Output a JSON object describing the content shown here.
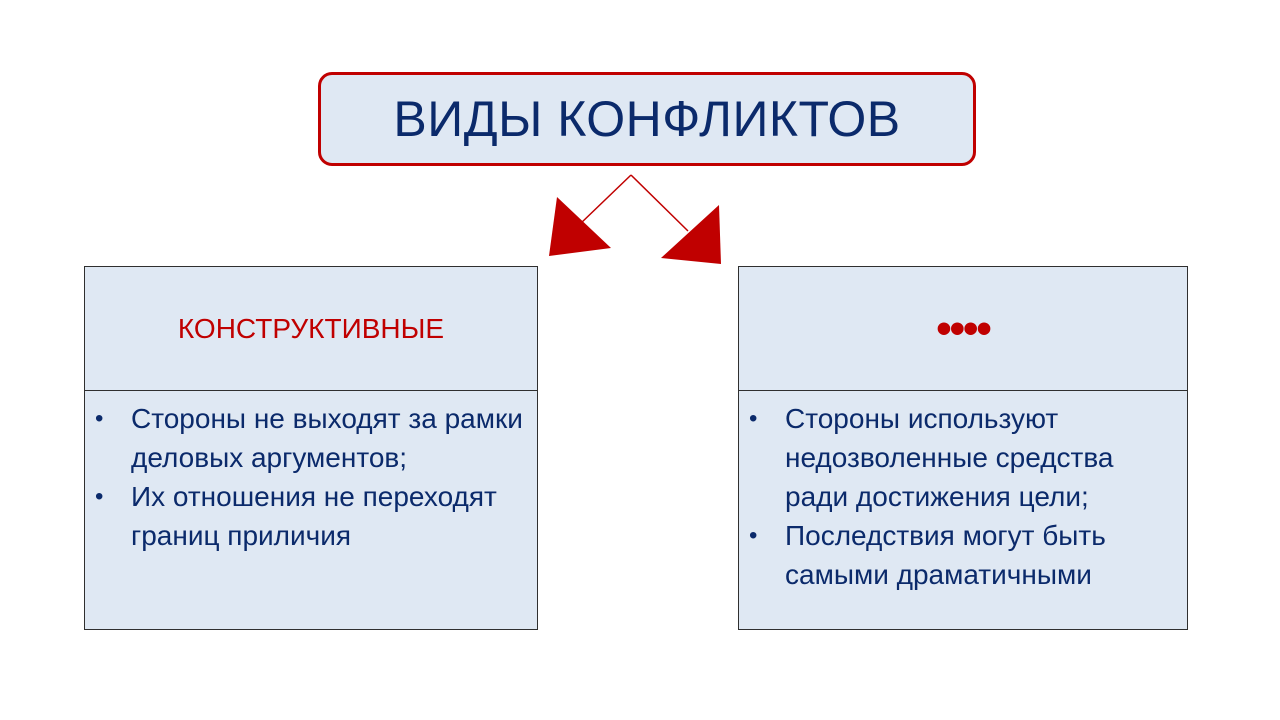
{
  "title": "ВИДЫ КОНФЛИКТОВ",
  "colors": {
    "accent_red": "#c00000",
    "text_navy": "#0b2a6b",
    "box_fill": "#dfe8f3",
    "border_dark": "#2f2f2f"
  },
  "cards": [
    {
      "heading": "КОНСТРУКТИВНЫЕ",
      "bullets": [
        "Стороны не выходят за рамки деловых аргументов;",
        "Их отношения не переходят границ приличия"
      ]
    },
    {
      "heading": "••••",
      "bullets": [
        "Стороны используют недозволенные средства ради достижения цели;",
        "Последствия могут быть самыми драматичными"
      ]
    }
  ],
  "bullet_symbol": "•"
}
